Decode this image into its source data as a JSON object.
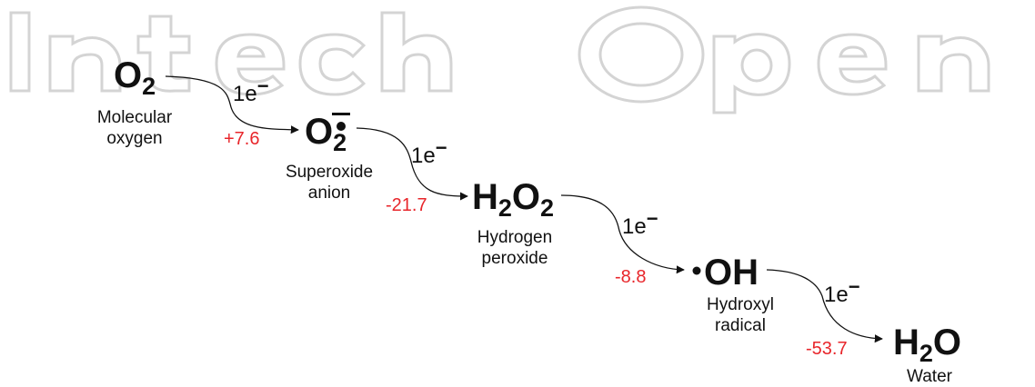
{
  "colors": {
    "text": "#111111",
    "energy": "#e8262b",
    "watermark": "#d4d4d4"
  },
  "watermark": {
    "icon": "intechopen-watermark-icon"
  },
  "species": [
    {
      "id": "o2",
      "formula": {
        "main1": "O",
        "sub1": "2"
      },
      "name_lines": [
        "Molecular",
        "oxygen"
      ]
    },
    {
      "id": "superoxide",
      "formula": {
        "main1": "O",
        "sub1": "2"
      },
      "name_lines": [
        "Superoxide",
        "anion"
      ]
    },
    {
      "id": "h2o2",
      "formula": {
        "main1": "H",
        "sub1": "2",
        "main2": "O",
        "sub2": "2"
      },
      "name_lines": [
        "Hydrogen",
        "peroxide"
      ]
    },
    {
      "id": "hydroxyl",
      "formula": {
        "main1": "OH"
      },
      "name_lines": [
        "Hydroxyl",
        "radical"
      ]
    },
    {
      "id": "water",
      "formula": {
        "main1": "H",
        "sub1": "2",
        "main2": "O"
      },
      "name_lines": [
        "Water"
      ]
    }
  ],
  "steps": [
    {
      "electron": "1e",
      "electron_sup": "−",
      "energy": "+7.6"
    },
    {
      "electron": "1e",
      "electron_sup": "−",
      "energy": "-21.7"
    },
    {
      "electron": "1e",
      "electron_sup": "−",
      "energy": "-8.8"
    },
    {
      "electron": "1e",
      "electron_sup": "−",
      "energy": "-53.7"
    }
  ]
}
